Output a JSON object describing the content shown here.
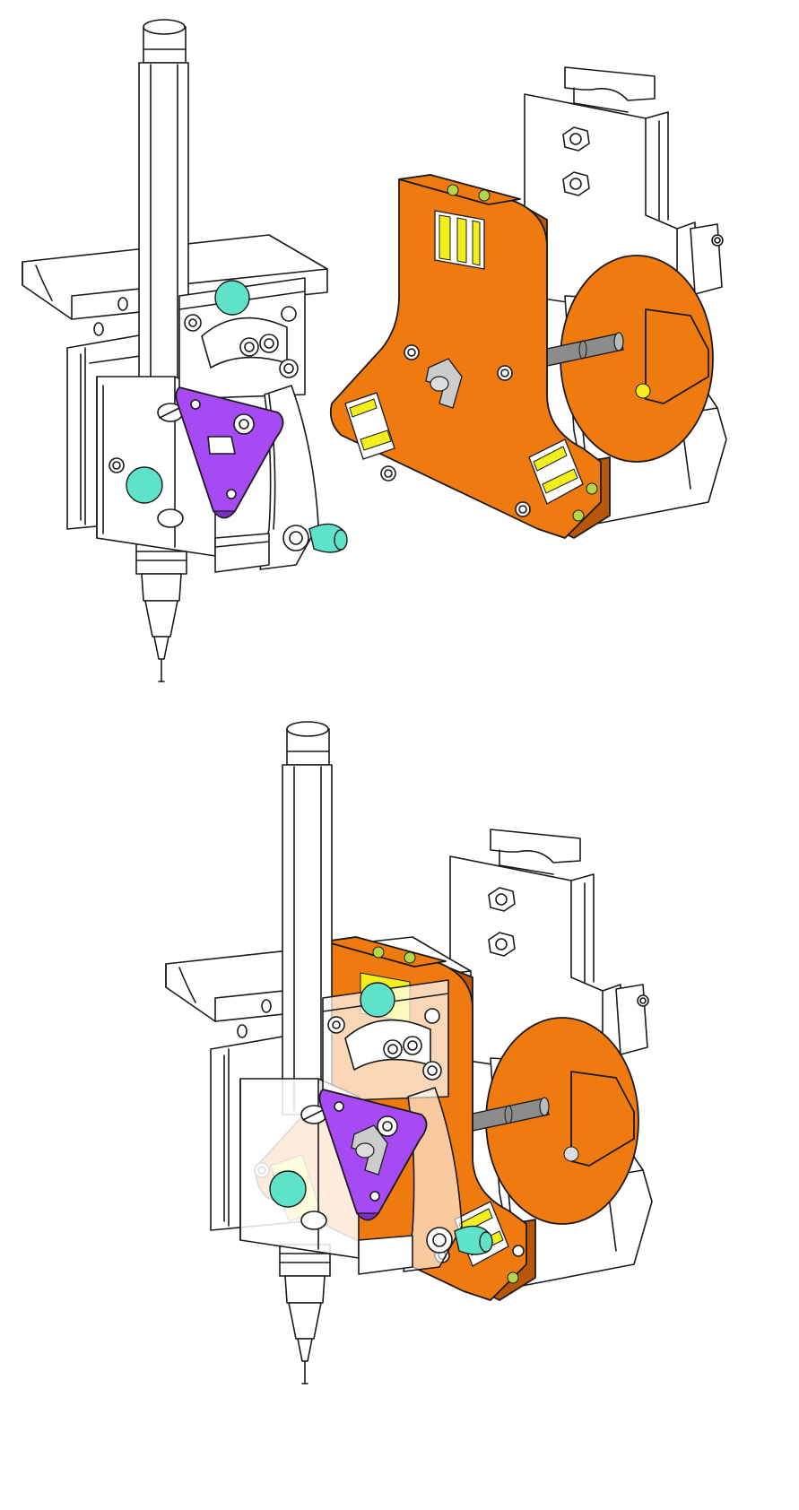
{
  "colors": {
    "background": "#ffffff",
    "outline": "#1a1a1a",
    "orange_part": "#ef7b10",
    "orange_shade": "#b8570a",
    "purple_part": "#a64bf4",
    "purple_shade": "#7a2fc0",
    "teal_knob": "#5ee3c8",
    "yellow_insert": "#f2ef1c",
    "metal_shaft": "#8c8c8c"
  },
  "views": [
    {
      "id": "top-left",
      "content": "pen-holder-assembly-exploded"
    },
    {
      "id": "top-right",
      "content": "orange-bracket-and-servo-carriage"
    },
    {
      "id": "bottom",
      "content": "combined-assembly"
    }
  ],
  "icons": [
    "pen-icon",
    "nut-icon",
    "knob-icon",
    "servo-icon"
  ]
}
